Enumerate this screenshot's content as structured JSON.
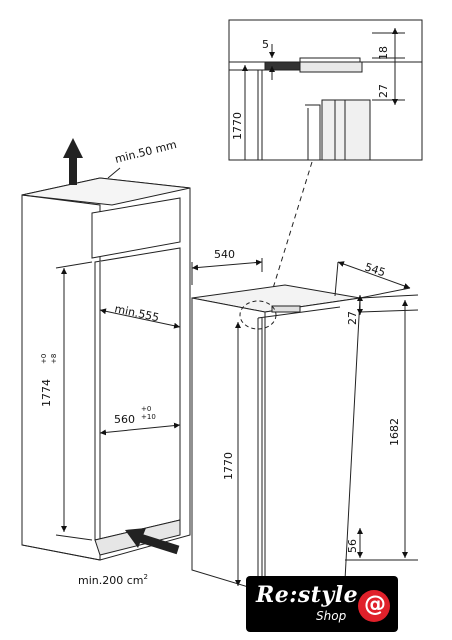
{
  "labels": {
    "niche_vent_top": "min.50 mm",
    "niche_height": "1774",
    "niche_height_tol_plus": "+8",
    "niche_height_tol_zero": "+0",
    "niche_inner_width_label": "min.555",
    "niche_width": "560",
    "niche_width_tol_zero": "+0",
    "niche_width_tol_plus": "+10",
    "vent_bottom": "min.200 cm",
    "vent_bottom_sup": "2",
    "appliance_width": "540",
    "appliance_depth": "545",
    "appliance_height": "1770",
    "gap_top": "27",
    "door_height": "1682",
    "bottom_offset": "56",
    "detail_gap": "5",
    "detail_top": "18",
    "detail_mid": "27",
    "detail_height": "1770"
  },
  "logo": {
    "text": "Re:style",
    "sub": "Shop",
    "colors": {
      "bg": "#000000",
      "accent": "#e0202a",
      "text": "#ffffff"
    }
  }
}
